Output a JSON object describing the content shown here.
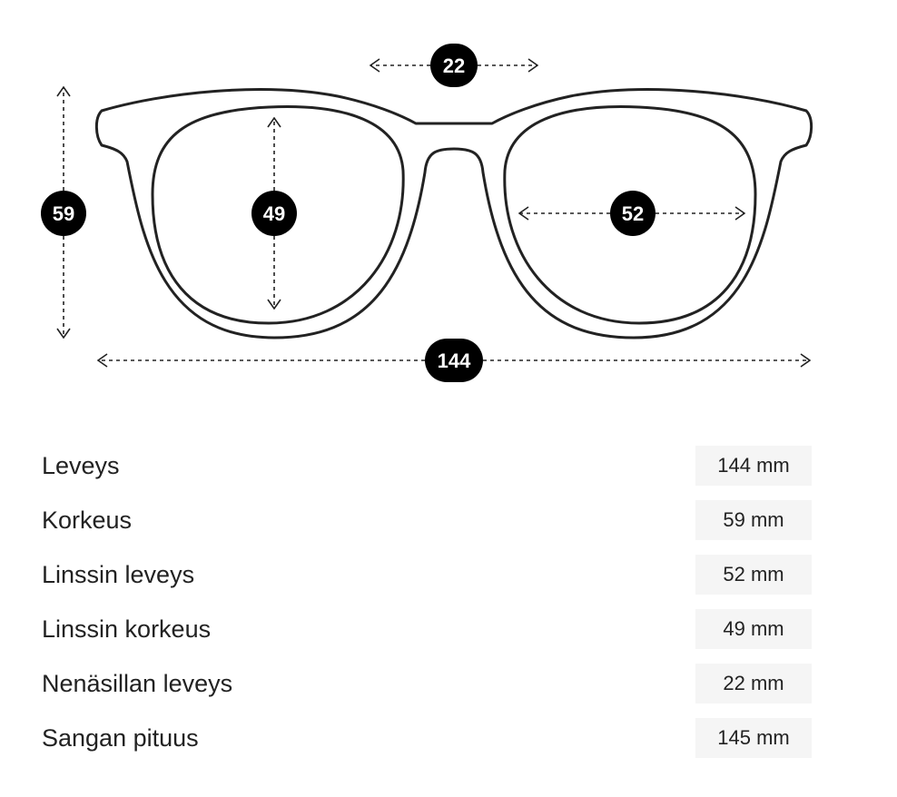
{
  "dimensions": {
    "bridge": "22",
    "total_height": "59",
    "lens_height": "49",
    "lens_width": "52",
    "total_width": "144"
  },
  "specs": [
    {
      "label": "Leveys",
      "value": "144 mm"
    },
    {
      "label": "Korkeus",
      "value": "59 mm"
    },
    {
      "label": "Linssin leveys",
      "value": "52 mm"
    },
    {
      "label": "Linssin korkeus",
      "value": "49 mm"
    },
    {
      "label": "Nenäsillan leveys",
      "value": "22 mm"
    },
    {
      "label": "Sangan pituus",
      "value": "145 mm"
    }
  ],
  "colors": {
    "badge": "#000000",
    "frame_stroke": "#222222",
    "value_background": "#f5f5f5"
  }
}
